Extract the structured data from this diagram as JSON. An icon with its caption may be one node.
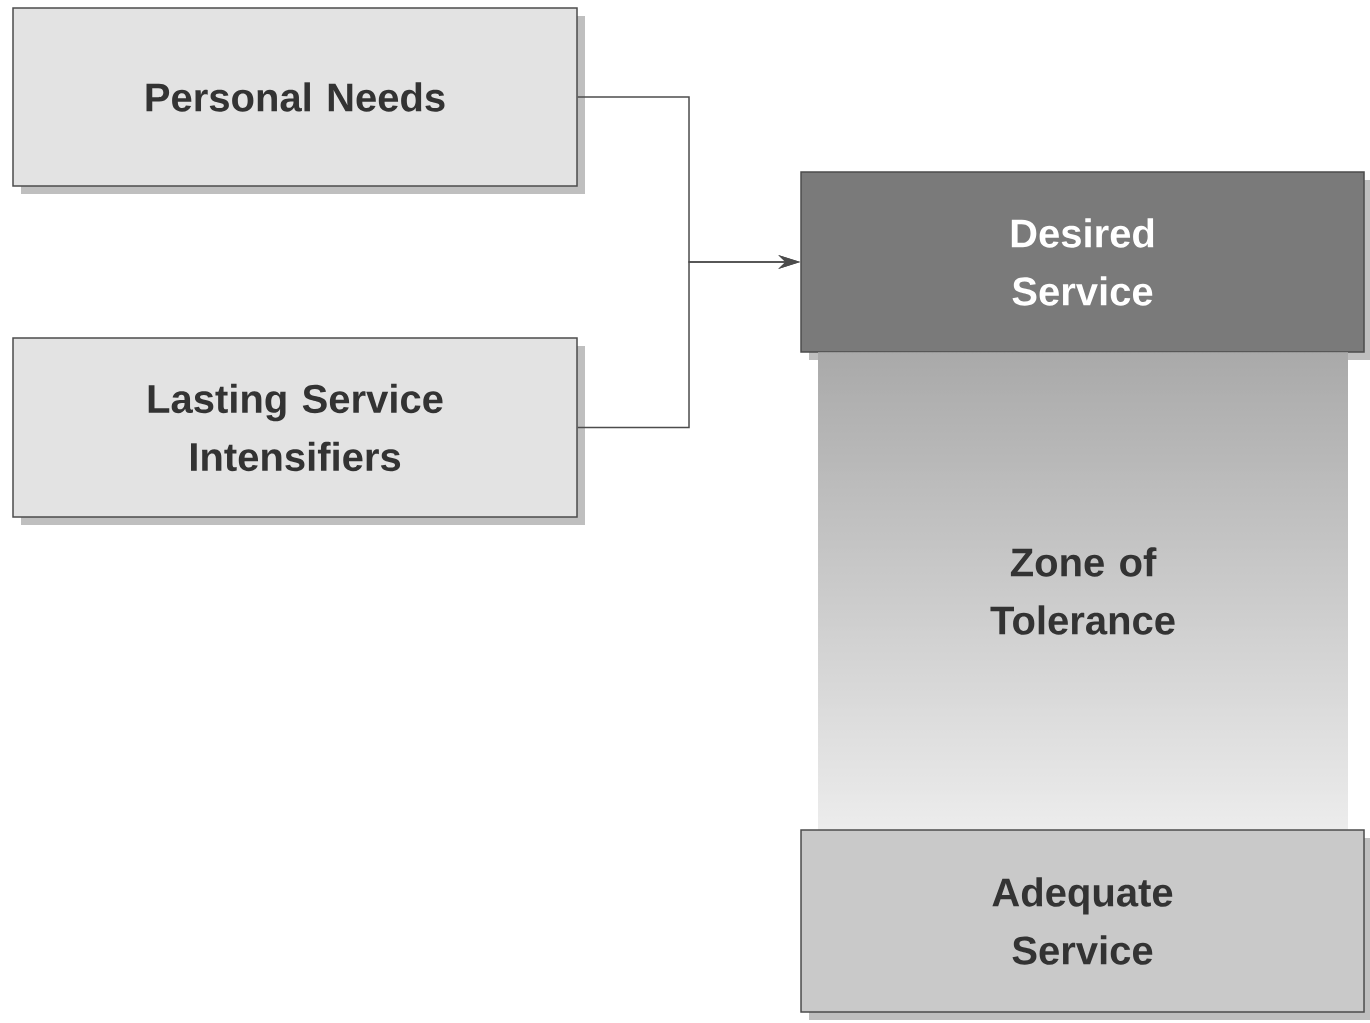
{
  "diagram": {
    "nodes": [
      {
        "text": [
          "Personal Needs"
        ]
      },
      {
        "text": [
          "Lasting Service Intensifiers"
        ]
      },
      {
        "text": [
          "Desired Service"
        ]
      },
      {
        "text": [
          "Zone of Tolerance"
        ]
      },
      {
        "text": [
          "Adequate Service"
        ]
      }
    ],
    "edges": [
      {
        "from": 0,
        "to": 2,
        "arrow": "to"
      },
      {
        "from": 1,
        "to": 2,
        "arrow": "to"
      }
    ]
  }
}
